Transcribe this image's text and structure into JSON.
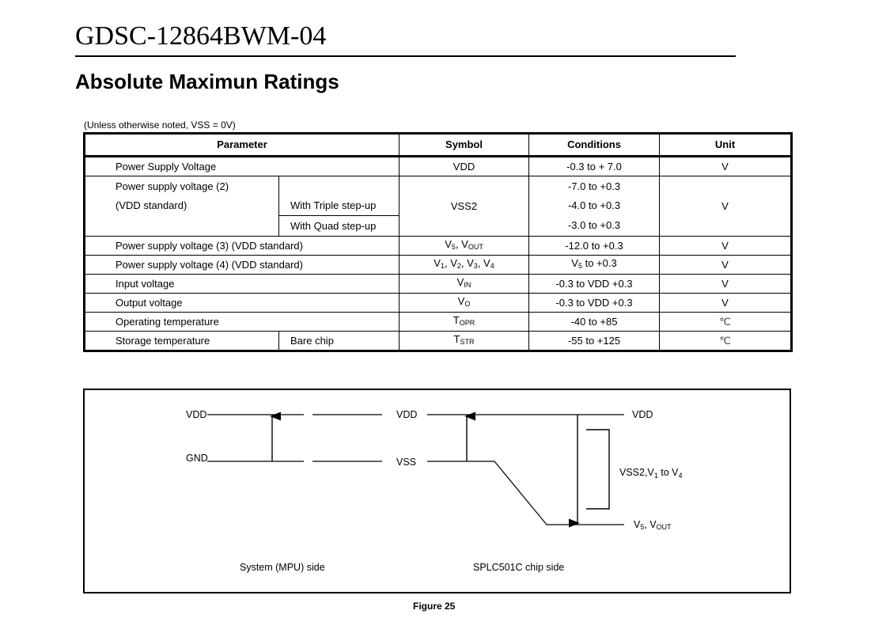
{
  "header": {
    "doc_id": "GDSC-12864BWM-04",
    "section_title": "Absolute Maximun Ratings",
    "note": "(Unless otherwise noted, VSS = 0V)"
  },
  "table": {
    "headers": [
      "Parameter",
      "Symbol",
      "Conditions",
      "Unit"
    ],
    "rows": {
      "r1": {
        "param": "Power Supply Voltage",
        "symbol": "VDD",
        "cond": "-0.3 to + 7.0",
        "unit": "V"
      },
      "r2": {
        "param_line1": "Power supply voltage (2)",
        "param_line2": "(VDD standard)",
        "sub2": "With Triple step-up",
        "sub3": "With Quad step-up",
        "symbol": "VSS2",
        "cond1": "-7.0 to +0.3",
        "cond2": "-4.0 to +0.3",
        "cond3": "-3.0 to +0.3",
        "unit": "V"
      },
      "r3": {
        "param": "Power supply voltage (3) (VDD standard)",
        "sym_a": "V",
        "sym_a_sub": "5",
        "sym_b": ", V",
        "sym_b_sub": "OUT",
        "cond": "-12.0 to +0.3",
        "unit": "V"
      },
      "r4": {
        "param": "Power supply voltage (4) (VDD standard)",
        "s1": "V",
        "s1_sub": "1",
        "s2": ", V",
        "s2_sub": "2",
        "s3": ", V",
        "s3_sub": "3",
        "s4": ", V",
        "s4_sub": "4",
        "cond_a": "V",
        "cond_a_sub": "5",
        "cond_b": " to +0.3",
        "unit": "V"
      },
      "r5": {
        "param": "Input voltage",
        "sym": "V",
        "sym_sub": "IN",
        "cond": "-0.3 to VDD +0.3",
        "unit": "V"
      },
      "r6": {
        "param": "Output voltage",
        "sym": "V",
        "sym_sub": "O",
        "cond": "-0.3 to VDD +0.3",
        "unit": "V"
      },
      "r7": {
        "param": "Operating temperature",
        "sym": "T",
        "sym_sub": "OPR",
        "cond": "-40 to +85",
        "unit": "℃"
      },
      "r8": {
        "param": "Storage temperature",
        "sub": "Bare chip",
        "sym": "T",
        "sym_sub": "STR",
        "cond": "-55 to +125",
        "unit": "℃"
      }
    }
  },
  "figure": {
    "left_vdd": "VDD",
    "left_gnd": "GND",
    "mid_vdd": "VDD",
    "mid_vss": "VSS",
    "right_vdd": "VDD",
    "range_label_a": "VSS2,V",
    "range_label_a_sub": "1",
    "range_label_b": " to V",
    "range_label_b_sub": "4",
    "bottom_label_a": "V",
    "bottom_label_a_sub": "5",
    "bottom_label_b": ", V",
    "bottom_label_b_sub": "OUT",
    "system_label": "System (MPU) side",
    "chip_label": "SPLC501C chip side",
    "caption": "Figure 25"
  }
}
